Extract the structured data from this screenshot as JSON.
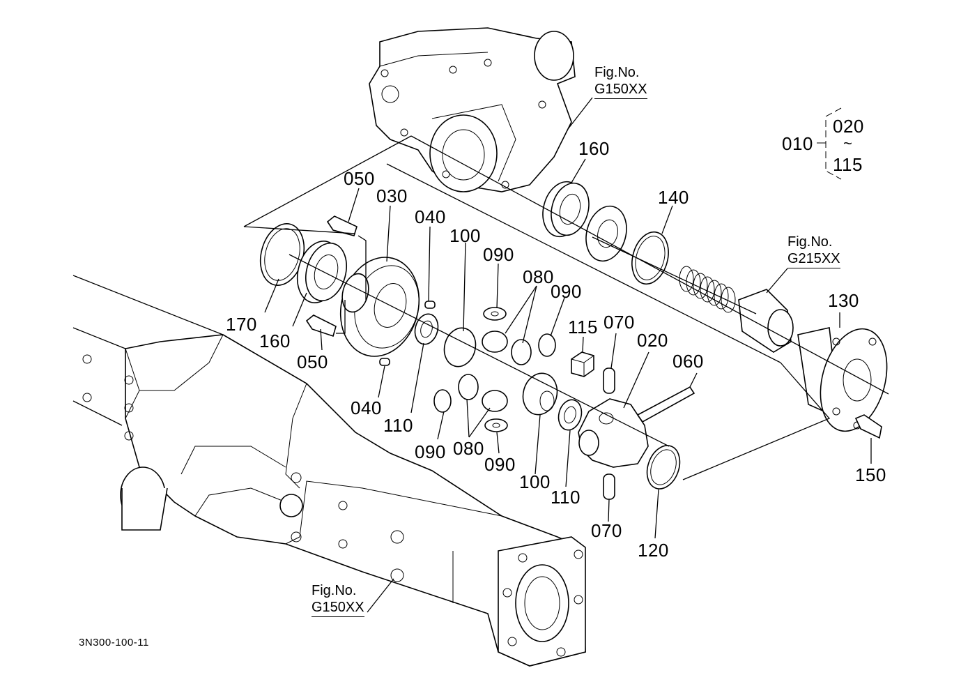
{
  "diagram": {
    "type": "exploded-parts-diagram",
    "document_id": "3N300-100-11",
    "assembly_group": {
      "parent": "010",
      "range_start": "020",
      "range_separator": "~",
      "range_end": "115"
    },
    "figure_references": [
      {
        "label": "Fig.No.",
        "code": "G150XX",
        "position": "top-center"
      },
      {
        "label": "Fig.No.",
        "code": "G215XX",
        "position": "right"
      },
      {
        "label": "Fig.No.",
        "code": "G150XX",
        "position": "bottom-left"
      }
    ],
    "callouts": [
      {
        "id": "c050a",
        "text": "050"
      },
      {
        "id": "c030",
        "text": "030"
      },
      {
        "id": "c040a",
        "text": "040"
      },
      {
        "id": "c100a",
        "text": "100"
      },
      {
        "id": "c090a",
        "text": "090"
      },
      {
        "id": "c080a",
        "text": "080"
      },
      {
        "id": "c090b",
        "text": "090"
      },
      {
        "id": "c160a",
        "text": "160"
      },
      {
        "id": "c140",
        "text": "140"
      },
      {
        "id": "c170",
        "text": "170"
      },
      {
        "id": "c160b",
        "text": "160"
      },
      {
        "id": "c050b",
        "text": "050"
      },
      {
        "id": "c040b",
        "text": "040"
      },
      {
        "id": "c110a",
        "text": "110"
      },
      {
        "id": "c115",
        "text": "115"
      },
      {
        "id": "c070a",
        "text": "070"
      },
      {
        "id": "c020",
        "text": "020"
      },
      {
        "id": "c060",
        "text": "060"
      },
      {
        "id": "c130",
        "text": "130"
      },
      {
        "id": "c090c",
        "text": "090"
      },
      {
        "id": "c080b",
        "text": "080"
      },
      {
        "id": "c090d",
        "text": "090"
      },
      {
        "id": "c100b",
        "text": "100"
      },
      {
        "id": "c110b",
        "text": "110"
      },
      {
        "id": "c070b",
        "text": "070"
      },
      {
        "id": "c120",
        "text": "120"
      },
      {
        "id": "c150",
        "text": "150"
      }
    ]
  }
}
